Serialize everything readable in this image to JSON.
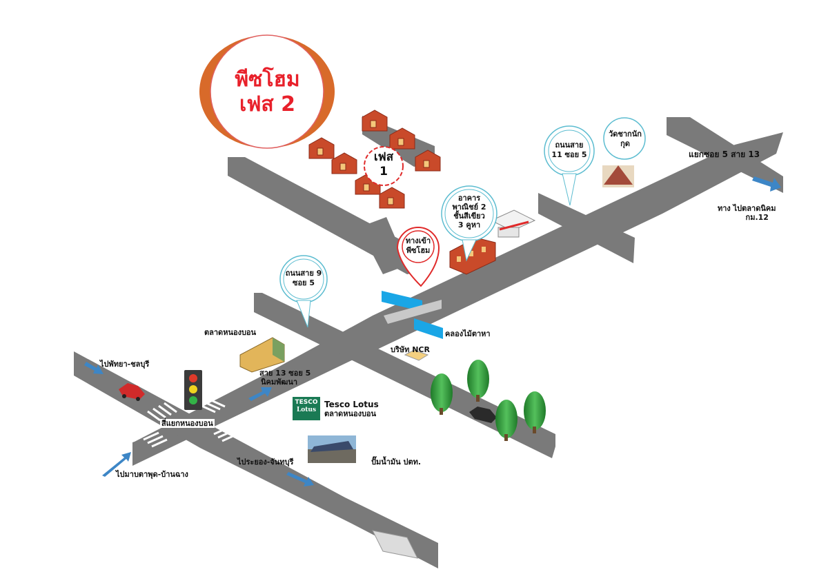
{
  "project": {
    "title_line1": "พีซโฮม",
    "title_line2": "เฟส 2",
    "phase1_line1": "เฟส",
    "phase1_line2": "1"
  },
  "pins": {
    "entrance_line1": "ทางเข้า",
    "entrance_line2": "พีซโฮม",
    "soi9_line1": "ถนนสาย 9",
    "soi9_line2": "ซอย 5",
    "soi11_line1": "ถนนสาย",
    "soi11_line2": "11 ซอย 5",
    "temple_line1": "วัดชากนัก",
    "temple_line2": "กุด",
    "shophouse_line1": "อาคาร",
    "shophouse_line2": "พาณิชย์ 2",
    "shophouse_line3": "ชั้นสีเขียว",
    "shophouse_line4": "3 คูหา"
  },
  "labels": {
    "junction_5_13": "แยกซอย 5 สาย 13",
    "to_nikhom_line1": "ทาง ไปตลาดนิคม",
    "to_nikhom_line2": "กม.12",
    "canal": "คลองไม้ตาหา",
    "ncr": "บริษัท NCR",
    "market": "ตลาดหนองบอน",
    "road13_line1": "สาย 13 ซอย 5",
    "road13_line2": "นิคมพัฒนา",
    "to_pattaya": "ไปพัทยา-ชลบุรี",
    "intersection": "สี่แยกหนองบอน",
    "to_maptaphut": "ไปมาบตาพุด-บ้านฉาง",
    "to_rayong": "ไประยอง-จันทบุรี",
    "tesco_line1": "Tesco Lotus",
    "tesco_line2": "ตลาดหนองบอน",
    "tesco_logo_line1": "TESCO",
    "tesco_logo_line2": "Lotus",
    "gas_station": "ปั๊มน้ำมัน ปตท."
  },
  "colors": {
    "road": "#7a7a7a",
    "title": "#e8202a",
    "pin_blue": "#5bbcd0",
    "pin_red": "#e02a2a",
    "arrow": "#3d86c6",
    "tree": "#2f9c38"
  }
}
